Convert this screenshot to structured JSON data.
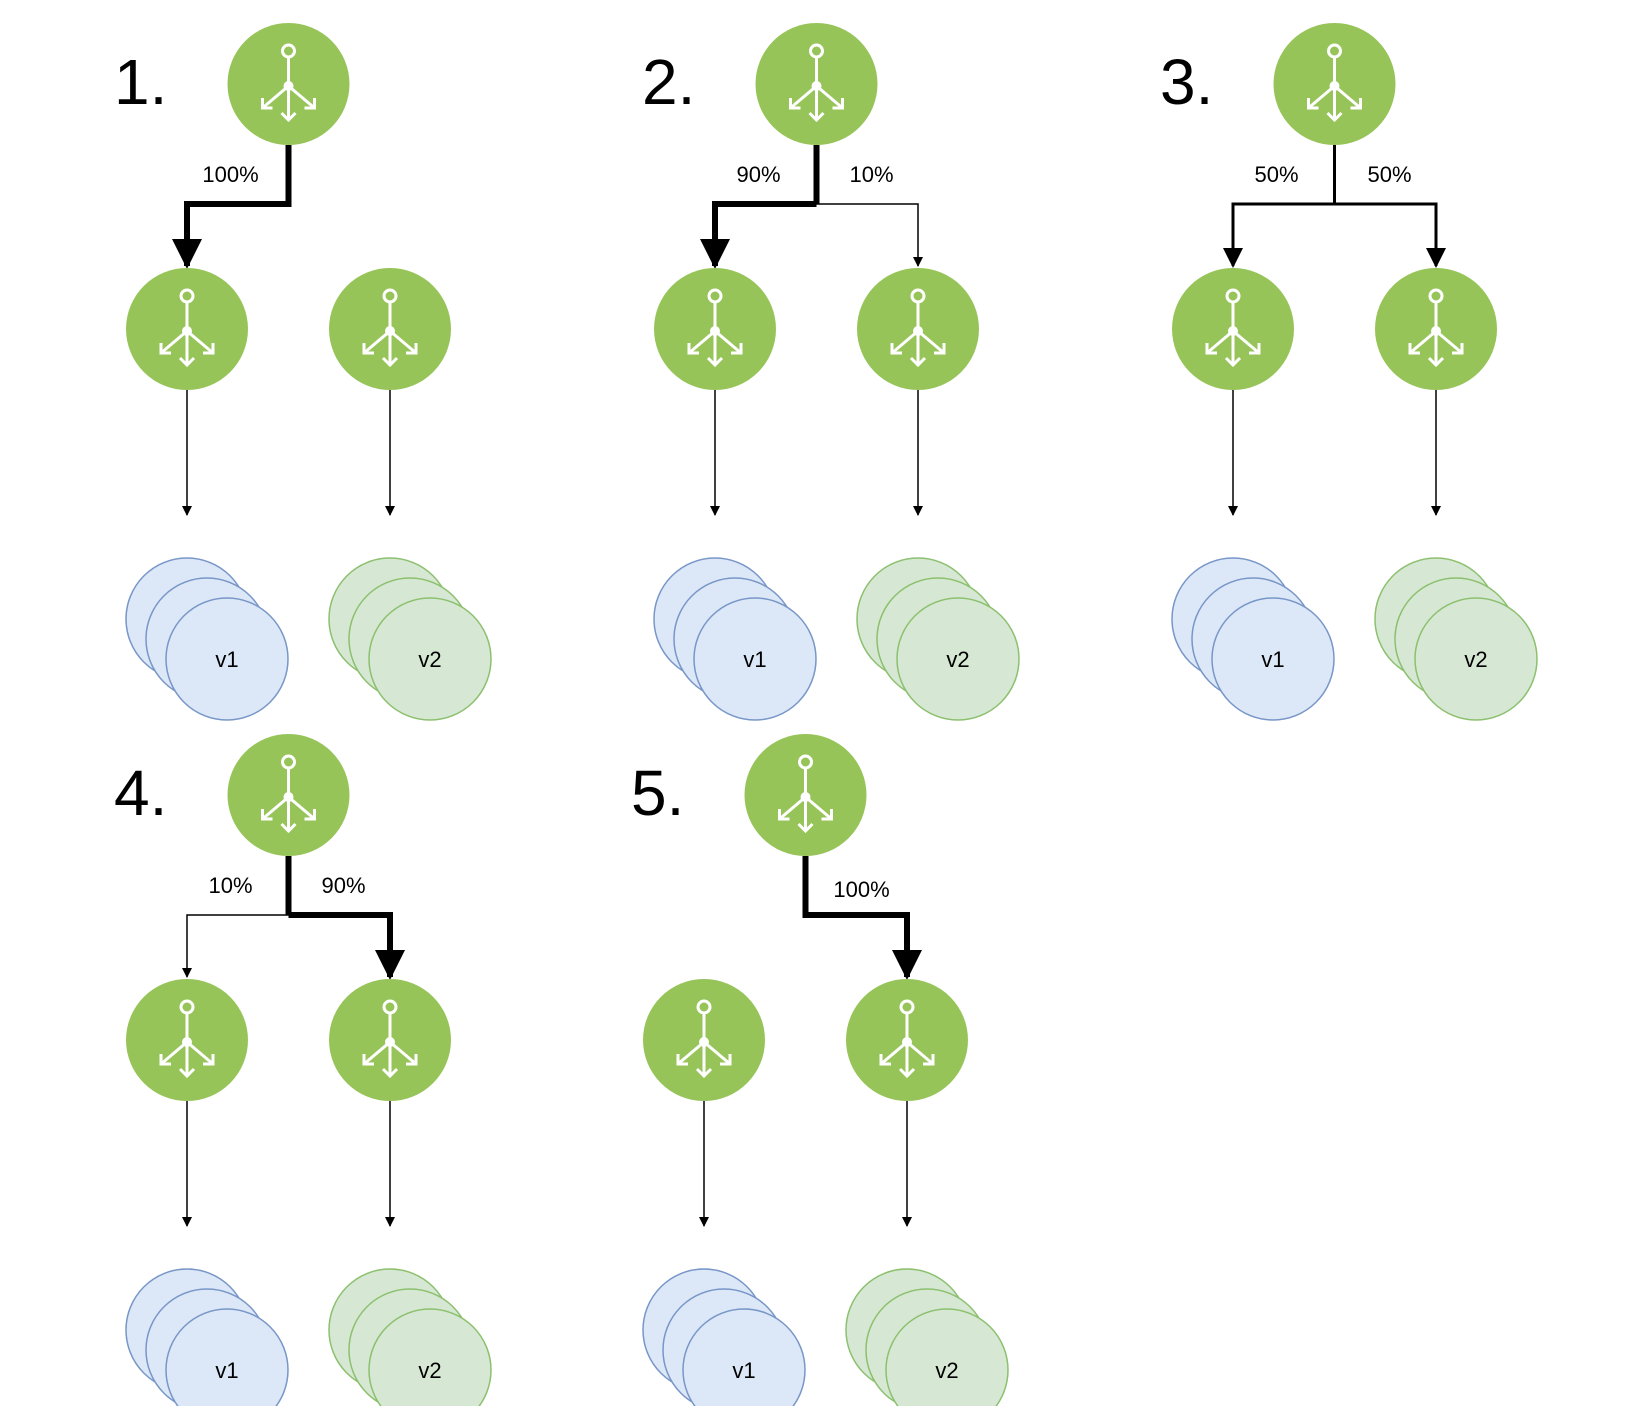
{
  "colors": {
    "lb_fill": "#97c459",
    "icon_stroke": "#ffffff",
    "v1_fill": "#dce8f7",
    "v1_stroke": "#7896c8",
    "v2_fill": "#d6e8d4",
    "v2_stroke": "#8cc06e",
    "edge": "#000000"
  },
  "icon": "load-balancer-icon",
  "panels": [
    {
      "number": "1.",
      "split_left": "100%",
      "split_right": "",
      "v1_label": "v1",
      "v2_label": "v2"
    },
    {
      "number": "2.",
      "split_left": "90%",
      "split_right": "10%",
      "v1_label": "v1",
      "v2_label": "v2"
    },
    {
      "number": "3.",
      "split_left": "50%",
      "split_right": "50%",
      "v1_label": "v1",
      "v2_label": "v2"
    },
    {
      "number": "4.",
      "split_left": "10%",
      "split_right": "90%",
      "v1_label": "v1",
      "v2_label": "v2"
    },
    {
      "number": "5.",
      "split_left": "",
      "split_right": "100%",
      "v1_label": "v1",
      "v2_label": "v2"
    }
  ]
}
